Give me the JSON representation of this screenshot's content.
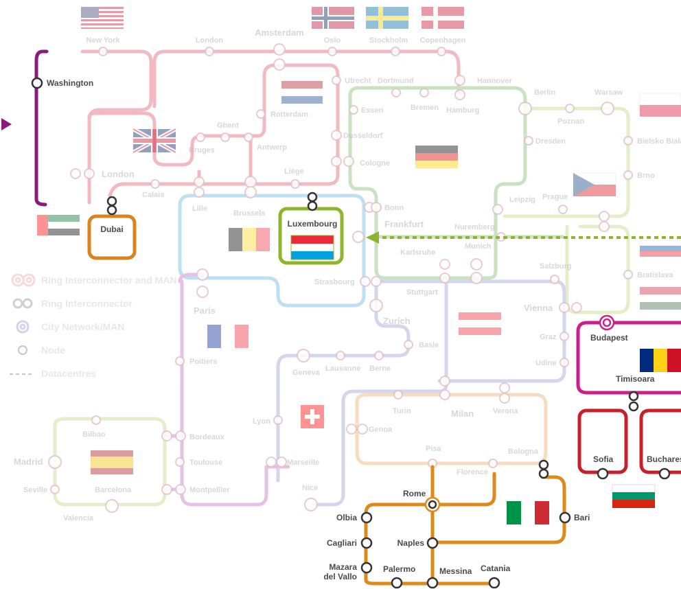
{
  "map": {
    "stations_active": {
      "washington": "Washington",
      "dubai": "Dubai",
      "luxembourg": "Luxembourg",
      "budapest": "Budapest",
      "timisoara": "Timisoara",
      "sofia": "Sofia",
      "bucharest": "Bucharest",
      "rome": "Rome",
      "olbia": "Olbia",
      "cagliari": "Cagliari",
      "naples": "Naples",
      "mazara": "Mazara",
      "del_vallo": "del Vallo",
      "palermo": "Palermo",
      "messina": "Messina",
      "catania": "Catania",
      "bari": "Bari"
    },
    "stations_faded": {
      "new_york": "New York",
      "london_top": "London",
      "amsterdam": "Amsterdam",
      "oslo": "Oslo",
      "stockholm": "Stockholm",
      "copenhagen": "Copenhagen",
      "utrecht": "Utrecht",
      "dortmund": "Dortmund",
      "hannover": "Hannover",
      "berlin": "Berlin",
      "warsaw": "Warsaw",
      "essen": "Essen",
      "bremen": "Bremen",
      "hamburg": "Hamburg",
      "poznan": "Poznan",
      "rotterdam": "Rotterdam",
      "dresden": "Dresden",
      "bielsko": "Bielsko Biała",
      "ghent": "Ghent",
      "bruges": "Bruges",
      "antwerp": "Antwerp",
      "dusseldorf": "Dusseldorf",
      "cologne": "Cologne",
      "london": "London",
      "liege": "Liège",
      "brno": "Brno",
      "calais": "Calais",
      "lille": "Lille",
      "brussels": "Brussels",
      "bonn": "Bonn",
      "leipzig": "Leipzig",
      "prague": "Prague",
      "frankfurt": "Frankfurt",
      "nuremberg": "Nuremberg",
      "munich": "Munich",
      "karlsruhe": "Karlsruhe",
      "salzburg": "Salzburg",
      "bratislava": "Bratislava",
      "strasbourg": "Strasbourg",
      "stuttgart": "Stuttgart",
      "paris": "Paris",
      "zurich": "Zurich",
      "vienna": "Vienna",
      "graz": "Graz",
      "udine": "Udine",
      "basle": "Basle",
      "poitiers": "Poitiers",
      "geneva": "Geneva",
      "lausanne": "Lausanne",
      "berne": "Berne",
      "turin": "Turin",
      "milan": "Milan",
      "verona": "Verona",
      "bilbao": "Bilbao",
      "bordeaux": "Bordeaux",
      "lyon": "Lyon",
      "genoa": "Genoa",
      "madrid": "Madrid",
      "toulouse": "Toulouse",
      "marseille": "Marseille",
      "seville": "Seville",
      "barcelona": "Barcelona",
      "montpellier": "Montpellier",
      "pisa": "Pisa",
      "bologna": "Bologna",
      "florence": "Florence",
      "valencia": "Valencia",
      "nice": "Nice"
    },
    "legend": {
      "ring_man": "Ring Interconnector and MAN",
      "ring": "Ring Interconnector",
      "city": "City Network/MAN",
      "node": "Node",
      "dc": "Datacentres"
    },
    "colors": {
      "washington_line": "#8b1a7e",
      "dubai_line": "#d9841c",
      "luxembourg_line": "#8fb52e",
      "budapest_line": "#cc1f8a",
      "sofia_line": "#c8202a",
      "italy_line": "#dd8a1a",
      "arrow_green": "#8fb52e",
      "faded_pink": "#f2b9c2",
      "faded_green": "#c9e3c2",
      "faded_blue": "#bfe0f2",
      "faded_lavender": "#d3d6ec",
      "faded_lime": "#e5eec8",
      "faded_peach": "#f7dcc0",
      "faded_purple": "#e6c1e6"
    }
  }
}
